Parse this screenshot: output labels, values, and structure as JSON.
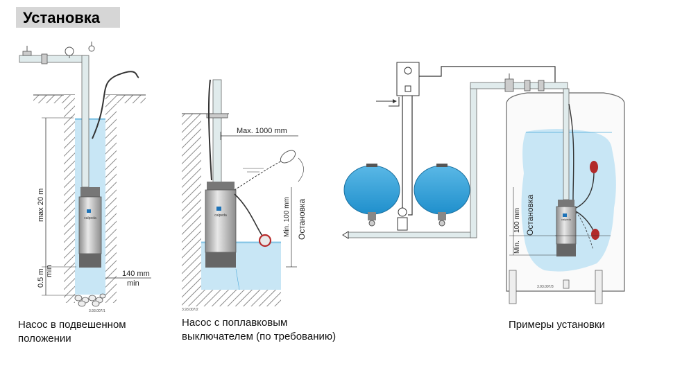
{
  "header": {
    "title": "Установка"
  },
  "fig1": {
    "caption_line1": "Насос в подвешенном",
    "caption_line2": "положении",
    "label_max_depth": "max 20 m",
    "label_min_sub": "0.5 m",
    "label_min_sub_2": "min",
    "label_clearance": "140 mm",
    "label_clearance_2": "min",
    "code": "3.93.007/1",
    "brand": "calpeda"
  },
  "fig2": {
    "caption_line1": "Насос с поплавковым",
    "caption_line2": "выключателем (по требованию)",
    "label_max_cable": "Max. 1000 mm",
    "label_min_level": "Min. 100 mm",
    "label_stop": "Остановка",
    "code": "3.93.007/2",
    "brand": "calpeda"
  },
  "fig3": {
    "caption": "Примеры установки",
    "label_level": "100 mm",
    "label_min": "Min.",
    "label_stop": "Остановка",
    "code": "3.93.007/3",
    "brand": "calpeda"
  },
  "colors": {
    "water": "#c8e6f5",
    "tank": "#2a9fd8",
    "pump": "#b0b0b0",
    "pipe": "#d8e6e8",
    "hatch": "#777777"
  }
}
